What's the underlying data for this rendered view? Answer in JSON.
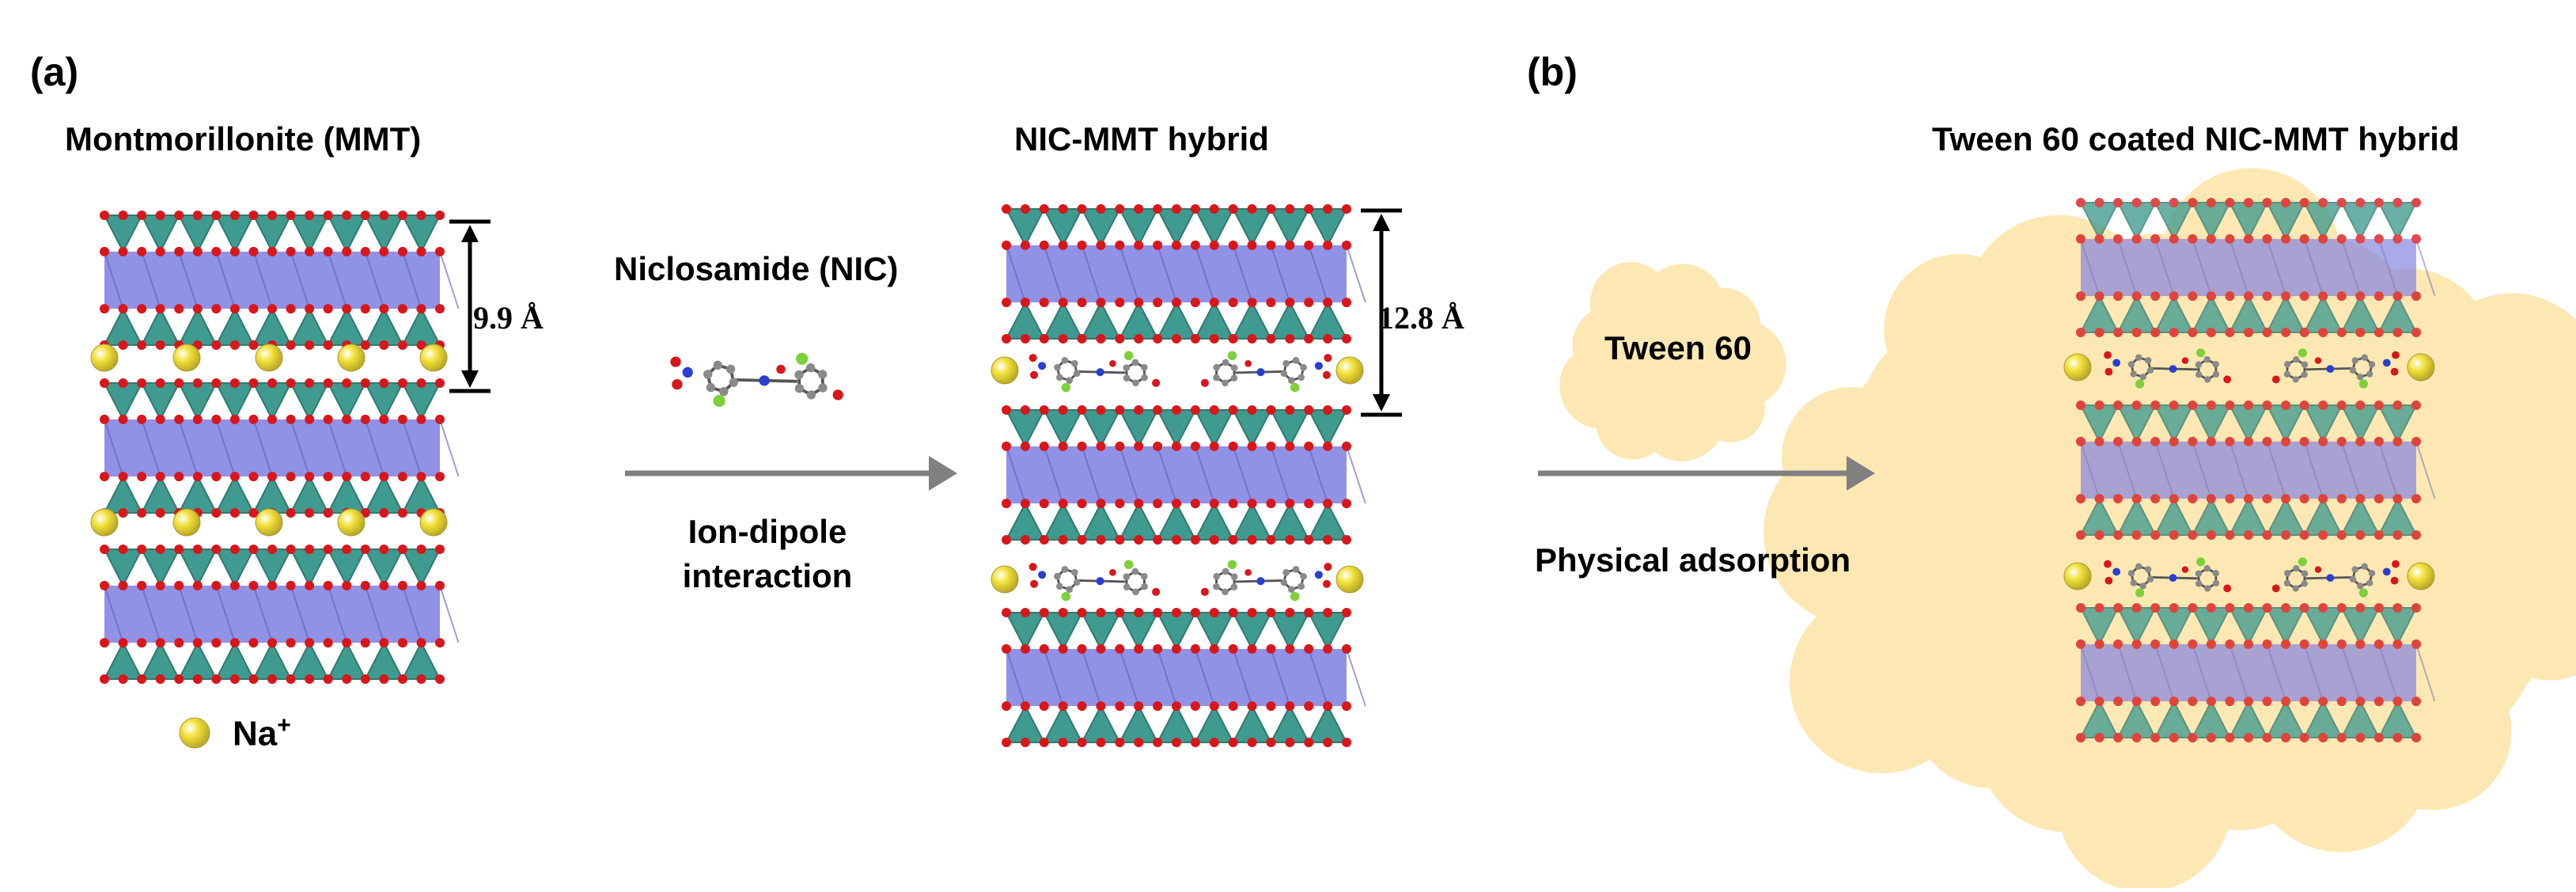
{
  "labels": {
    "panel_a": "(a)",
    "panel_b": "(b)",
    "mmt_title": "Montmorillonite (MMT)",
    "nic_label": "Niclosamide (NIC)",
    "hybrid_title": "NIC-MMT hybrid",
    "coated_title": "Tween 60 coated NIC-MMT hybrid",
    "tween_label": "Tween 60",
    "interaction_line1": "Ion-dipole",
    "interaction_line2": "interaction",
    "adsorption_label": "Physical adsorption",
    "spacing_mmt": "9.9 Å",
    "spacing_hybrid": "12.8 Å",
    "na_label": "Na",
    "na_charge": "+"
  },
  "colors": {
    "tetrahedra": "#3f9a8f",
    "octahedra": "#7d7fe0",
    "oxygen": "#d8161b",
    "sodium": "#f2e13a",
    "arrow": "#808080",
    "tween_cloud": "#fde8b3",
    "nic_carbon": "#8a8a8a",
    "nic_chlorine": "#7cd13a",
    "nic_nitrogen": "#2a3fd0"
  }
}
